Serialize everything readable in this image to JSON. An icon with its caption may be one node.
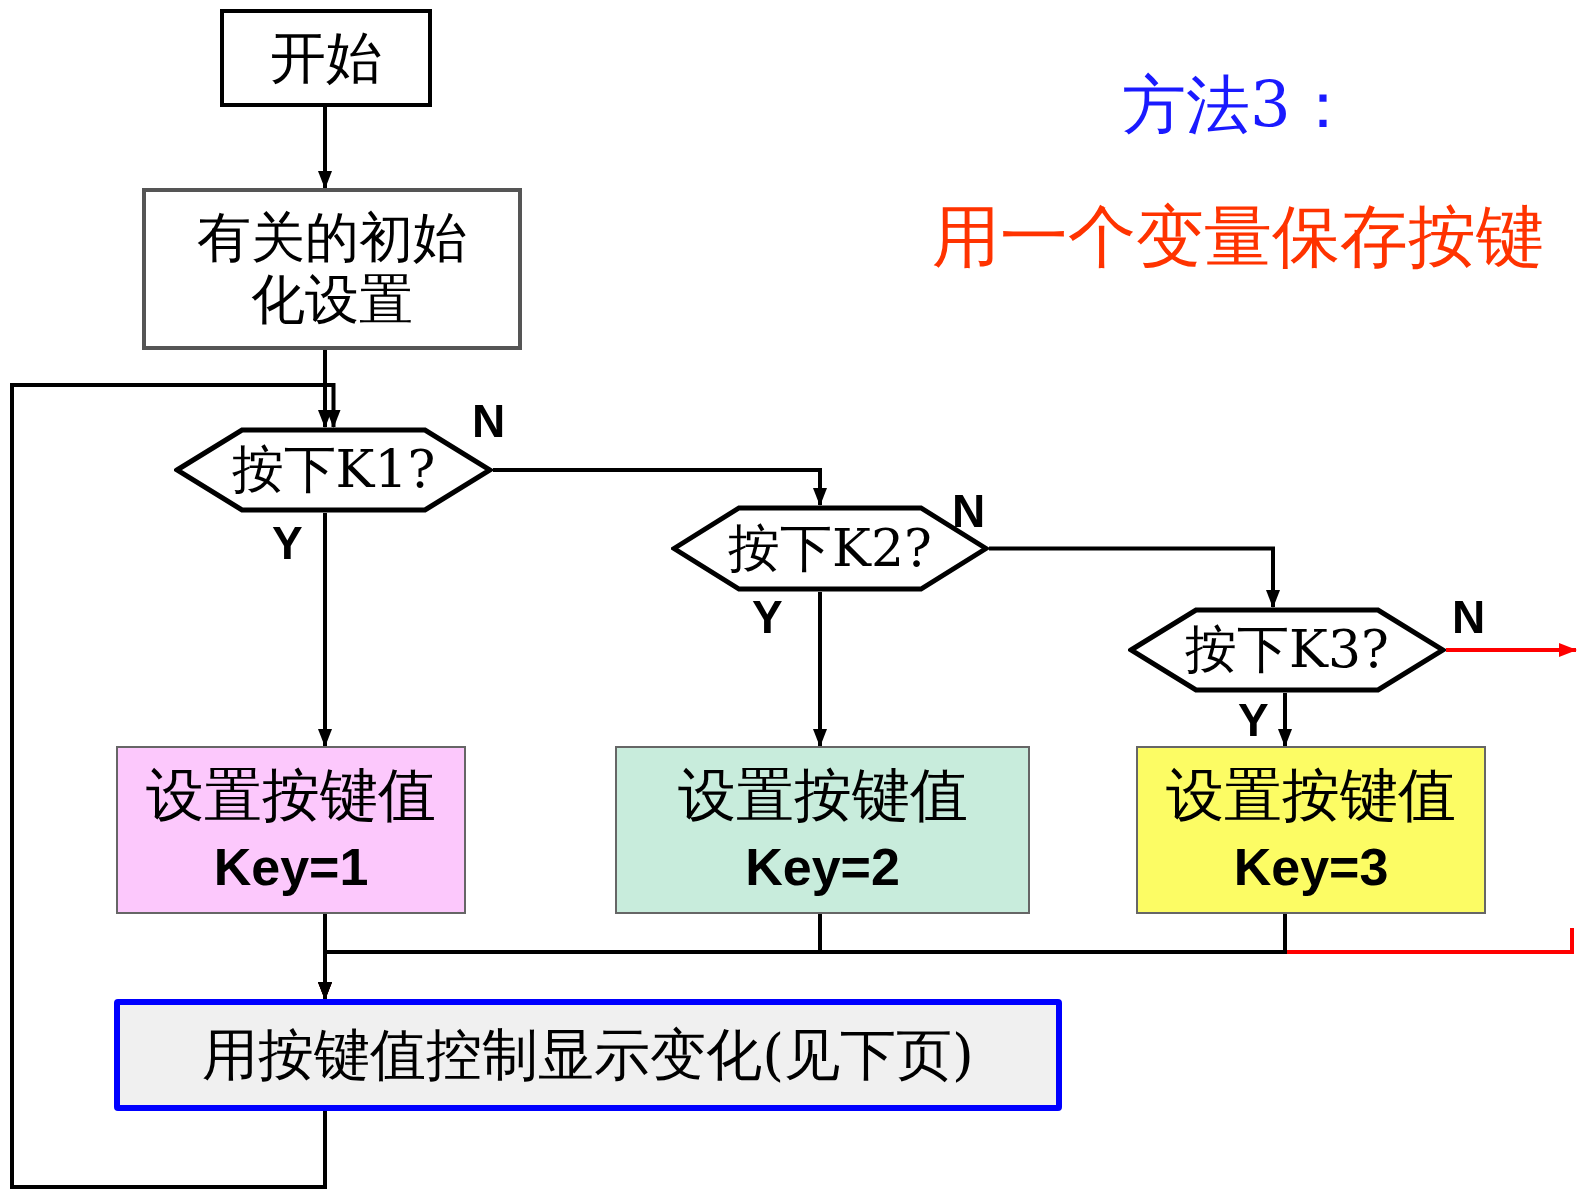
{
  "diagram": {
    "title": "方法3：",
    "nodes": [
      {
        "text": [
          "开始"
        ]
      },
      {
        "text": [
          "有关的初始化设置"
        ]
      },
      {
        "text": [
          "按下K1?"
        ]
      },
      {
        "text": [
          "按下K2?"
        ]
      },
      {
        "text": [
          "按下K3?"
        ]
      },
      {
        "text": [
          "设置按键值",
          "Key=1"
        ]
      },
      {
        "text": [
          "设置按键值",
          "Key=2"
        ]
      },
      {
        "text": [
          "设置按键值",
          "Key=3"
        ]
      },
      {
        "text": [
          "用按键值控制显示变化(见下页)"
        ]
      }
    ],
    "edges": [
      {
        "from": 0,
        "to": 1,
        "arrow": "to"
      },
      {
        "from": 1,
        "to": 2,
        "arrow": "to"
      },
      {
        "from": 2,
        "to": 5,
        "arrow": "to",
        "label": "Y"
      },
      {
        "from": 2,
        "to": 3,
        "arrow": "to",
        "label": "N"
      },
      {
        "from": 3,
        "to": 6,
        "arrow": "to",
        "label": "Y"
      },
      {
        "from": 3,
        "to": 4,
        "arrow": "to",
        "label": "N"
      },
      {
        "from": 4,
        "to": 7,
        "arrow": "to",
        "label": "Y"
      },
      {
        "from": 4,
        "to": null,
        "arrow": "to",
        "label": "N",
        "color": "#ff0000"
      },
      {
        "from": 5,
        "to": 8,
        "arrow": "to"
      },
      {
        "from": 6,
        "to": 8,
        "arrow": "to"
      },
      {
        "from": 7,
        "to": 8,
        "arrow": "to"
      },
      {
        "from": null,
        "to": 8,
        "arrow": "to",
        "color": "#ff0000"
      },
      {
        "from": 8,
        "to": 2,
        "arrow": "to"
      }
    ],
    "labels": [
      "用一个变量保存按键"
    ]
  }
}
